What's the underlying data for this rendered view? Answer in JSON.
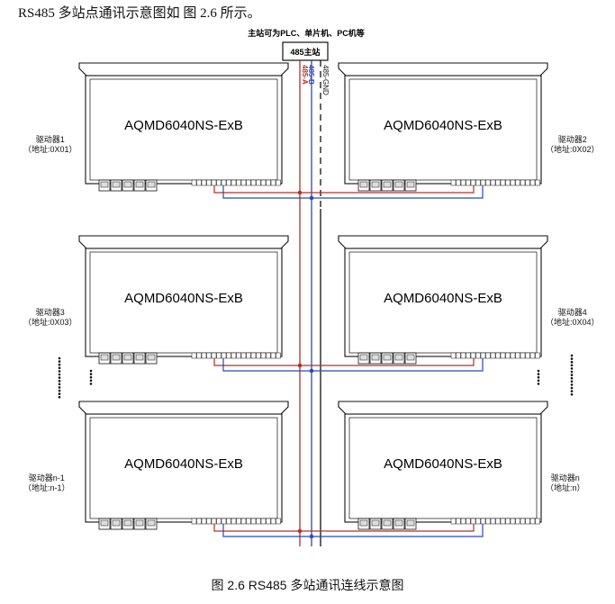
{
  "intro_text": "RS485 多站点通讯示意图如 图 2.6 所示。",
  "master": {
    "note": "主站可为PLC、单片机、PC机等",
    "label": "485主站",
    "lines": {
      "b": "485-B",
      "a": "485-A",
      "gnd": "485-GND"
    }
  },
  "drivers": [
    {
      "model": "AQMD6040NS-ExB",
      "name": "驱动器1",
      "address": "（地址:0X01）",
      "side": "left"
    },
    {
      "model": "AQMD6040NS-ExB",
      "name": "驱动器2",
      "address": "（地址:0X02）",
      "side": "right"
    },
    {
      "model": "AQMD6040NS-ExB",
      "name": "驱动器3",
      "address": "（地址:0X03）",
      "side": "left"
    },
    {
      "model": "AQMD6040NS-ExB",
      "name": "驱动器4",
      "address": "（地址:0X04）",
      "side": "right"
    },
    {
      "model": "AQMD6040NS-ExB",
      "name": "驱动器n-1",
      "address": "（地址:n-1）",
      "side": "left"
    },
    {
      "model": "AQMD6040NS-ExB",
      "name": "驱动器n",
      "address": "（地址:n）",
      "side": "right"
    }
  ],
  "colors": {
    "wire_a": "#b03028",
    "wire_b": "#2b48b8",
    "wire_gnd": "#111111",
    "box": "#111111"
  },
  "caption": "图 2.6 RS485 多站通讯连线示意图"
}
